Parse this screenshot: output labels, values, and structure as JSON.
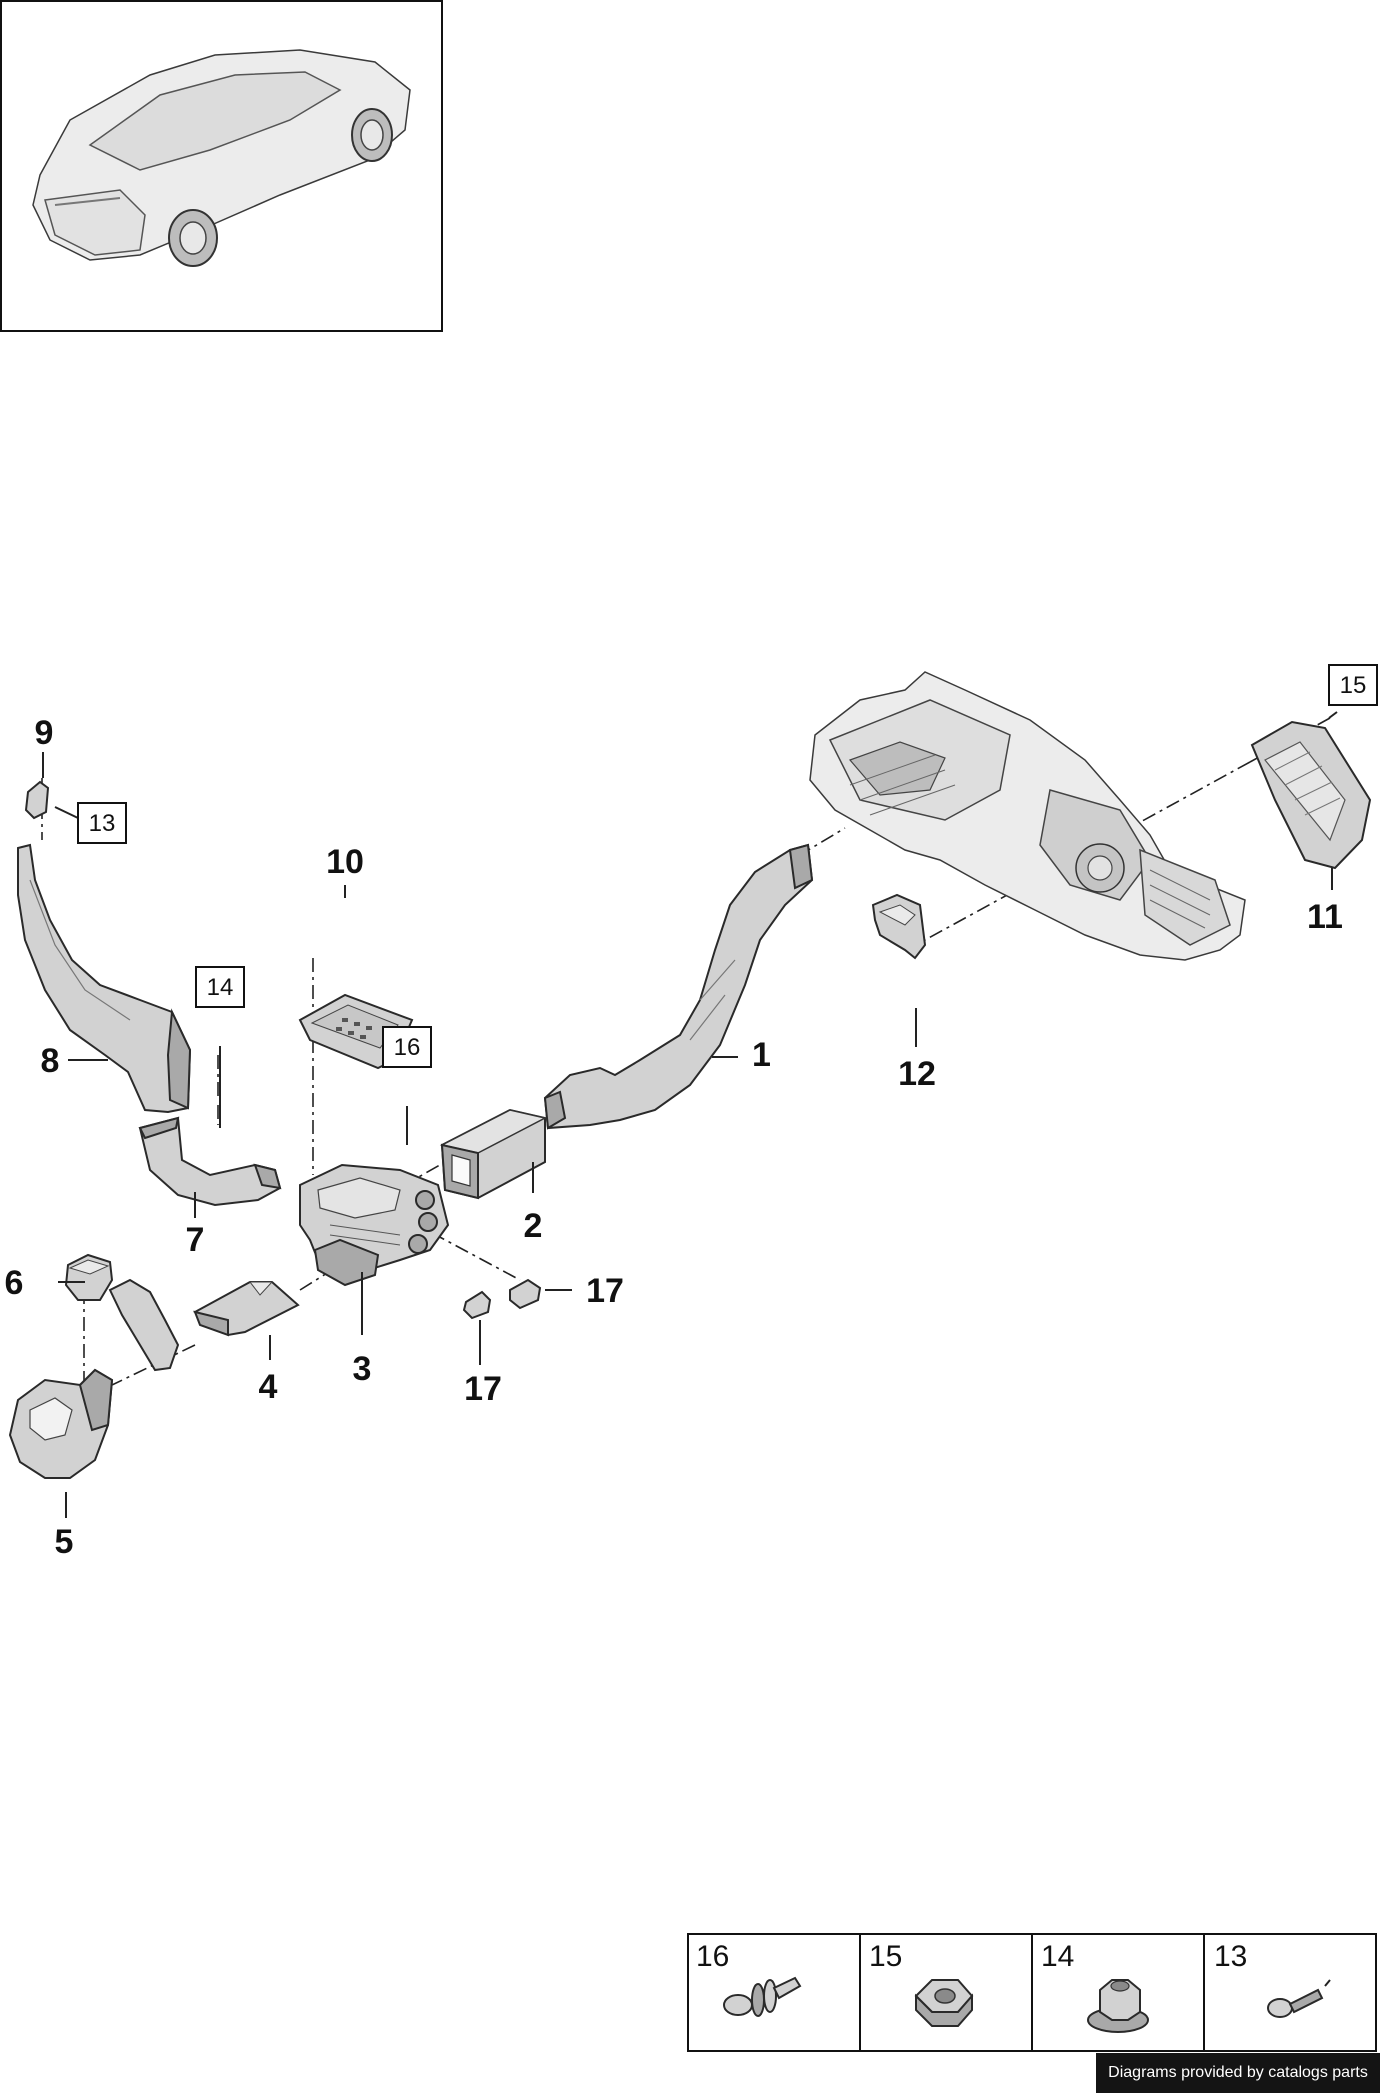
{
  "callouts": [
    "1",
    "2",
    "3",
    "4",
    "5",
    "6",
    "7",
    "8",
    "9",
    "10",
    "11",
    "12",
    "17",
    "17"
  ],
  "boxed_refs": [
    "13",
    "14",
    "15",
    "16"
  ],
  "legend": [
    {
      "number": "16",
      "part": "bolt-with-washer-icon"
    },
    {
      "number": "15",
      "part": "hex-nut-icon"
    },
    {
      "number": "14",
      "part": "flange-nut-icon"
    },
    {
      "number": "13",
      "part": "screw-icon"
    }
  ],
  "credit": "Diagrams provided by catalogs parts"
}
